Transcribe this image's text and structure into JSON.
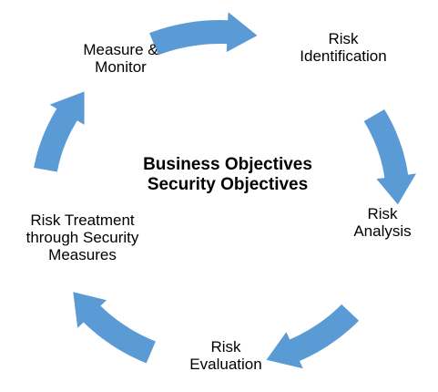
{
  "diagram": {
    "type": "cycle",
    "center": {
      "line1": "Business Objectives",
      "line2": "Security Objectives"
    },
    "steps": [
      {
        "line1": "Risk",
        "line2": "Identification",
        "line3": ""
      },
      {
        "line1": "Risk",
        "line2": "Analysis",
        "line3": ""
      },
      {
        "line1": "Risk",
        "line2": "Evaluation",
        "line3": ""
      },
      {
        "line1": "Risk Treatment",
        "line2": "through Security",
        "line3": "Measures"
      },
      {
        "line1": "Measure &",
        "line2": "Monitor",
        "line3": ""
      }
    ],
    "arrow_color": "#5b9bd5",
    "text_color": "#000000"
  }
}
